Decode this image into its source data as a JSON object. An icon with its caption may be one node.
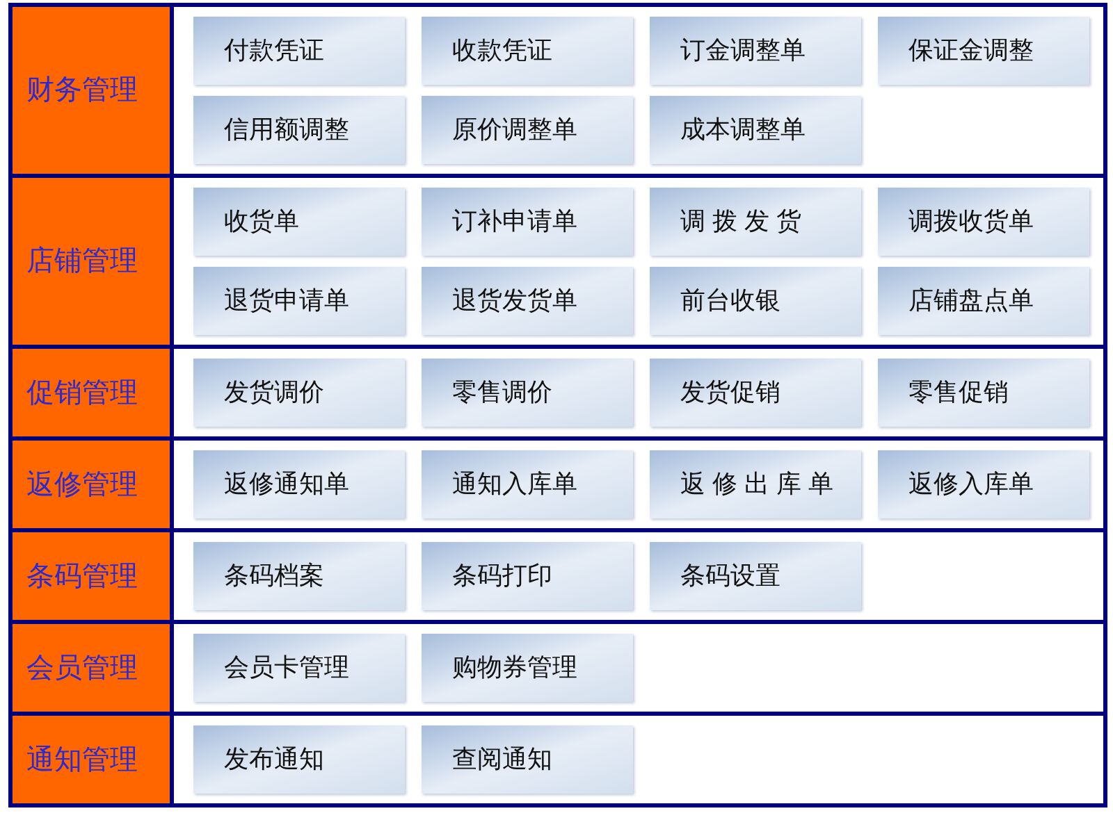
{
  "diagram": {
    "nodes": [
      {
        "text": [
          "财务管理"
        ]
      },
      {
        "text": [
          "付款凭证"
        ],
        "in": 0
      },
      {
        "text": [
          "收款凭证"
        ],
        "in": 0
      },
      {
        "text": [
          "订金调整单"
        ],
        "in": 0
      },
      {
        "text": [
          "保证金调整"
        ],
        "in": 0
      },
      {
        "text": [
          "信用额调整"
        ],
        "in": 0
      },
      {
        "text": [
          "原价调整单"
        ],
        "in": 0
      },
      {
        "text": [
          "成本调整单"
        ],
        "in": 0
      },
      {
        "text": [
          "店铺管理"
        ]
      },
      {
        "text": [
          "收货单"
        ],
        "in": 8
      },
      {
        "text": [
          "订补申请单"
        ],
        "in": 8
      },
      {
        "text": [
          "调 拨 发 货"
        ],
        "in": 8
      },
      {
        "text": [
          "调拨收货单"
        ],
        "in": 8
      },
      {
        "text": [
          "退货申请单"
        ],
        "in": 8
      },
      {
        "text": [
          "退货发货单"
        ],
        "in": 8
      },
      {
        "text": [
          "前台收银"
        ],
        "in": 8
      },
      {
        "text": [
          "店铺盘点单"
        ],
        "in": 8
      },
      {
        "text": [
          "促销管理"
        ]
      },
      {
        "text": [
          "发货调价"
        ],
        "in": 17
      },
      {
        "text": [
          "零售调价"
        ],
        "in": 17
      },
      {
        "text": [
          "发货促销"
        ],
        "in": 17
      },
      {
        "text": [
          "零售促销"
        ],
        "in": 17
      },
      {
        "text": [
          "返修管理"
        ]
      },
      {
        "text": [
          "返修通知单"
        ],
        "in": 22
      },
      {
        "text": [
          "通知入库单"
        ],
        "in": 22
      },
      {
        "text": [
          "返 修 出 库 单"
        ],
        "in": 22
      },
      {
        "text": [
          "返修入库单"
        ],
        "in": 22
      },
      {
        "text": [
          "条码管理"
        ]
      },
      {
        "text": [
          "条码档案"
        ],
        "in": 27
      },
      {
        "text": [
          "条码打印"
        ],
        "in": 27
      },
      {
        "text": [
          "条码设置"
        ],
        "in": 27
      },
      {
        "text": [
          "会员管理"
        ]
      },
      {
        "text": [
          "会员卡管理"
        ],
        "in": 31
      },
      {
        "text": [
          "购物券管理"
        ],
        "in": 31
      },
      {
        "text": [
          "通知管理"
        ]
      },
      {
        "text": [
          "发布通知"
        ],
        "in": 34
      },
      {
        "text": [
          "查阅通知"
        ],
        "in": 34
      }
    ]
  }
}
